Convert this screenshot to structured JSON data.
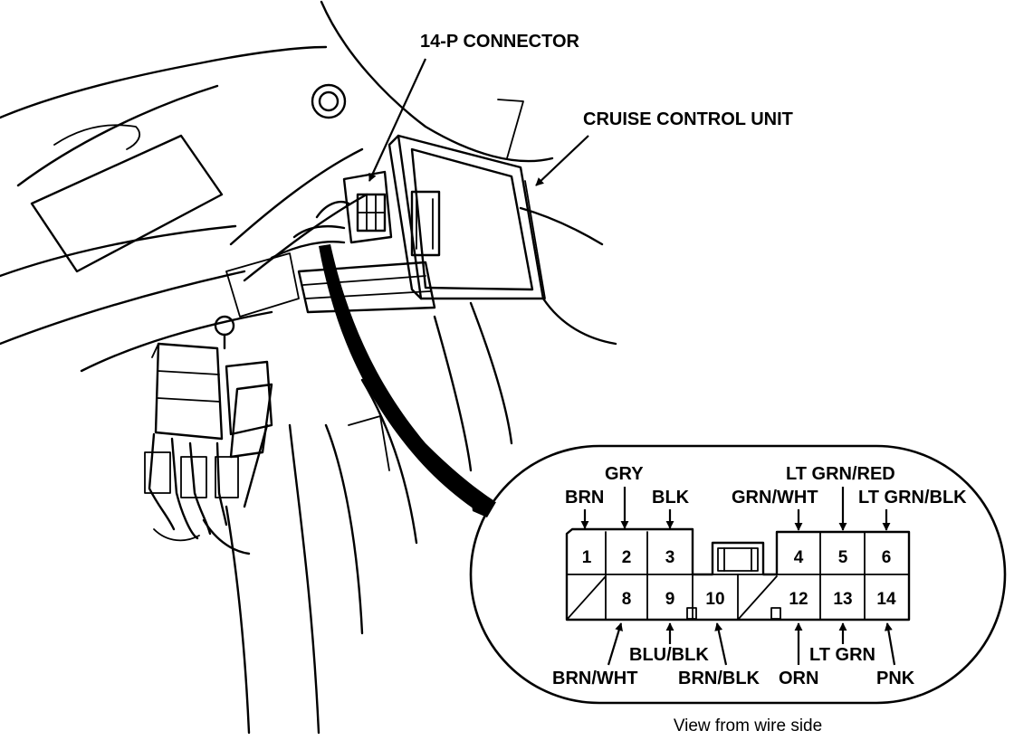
{
  "callouts": {
    "connector": "14-P CONNECTOR",
    "unit": "CRUISE CONTROL UNIT"
  },
  "caption": "View from wire side",
  "pins": {
    "p1": "1",
    "p2": "2",
    "p3": "3",
    "p4": "4",
    "p5": "5",
    "p6": "6",
    "p8": "8",
    "p9": "9",
    "p10": "10",
    "p12": "12",
    "p13": "13",
    "p14": "14"
  },
  "wires_top": {
    "p1": "BRN",
    "p2": "GRY",
    "p3": "BLK",
    "p4": "GRN/WHT",
    "p5": "LT GRN/RED",
    "p6": "LT GRN/BLK"
  },
  "wires_bottom": {
    "p8": "BRN/WHT",
    "p9": "BLU/BLK",
    "p10": "BRN/BLK",
    "p12": "ORN",
    "p13": "LT GRN",
    "p14": "PNK"
  }
}
